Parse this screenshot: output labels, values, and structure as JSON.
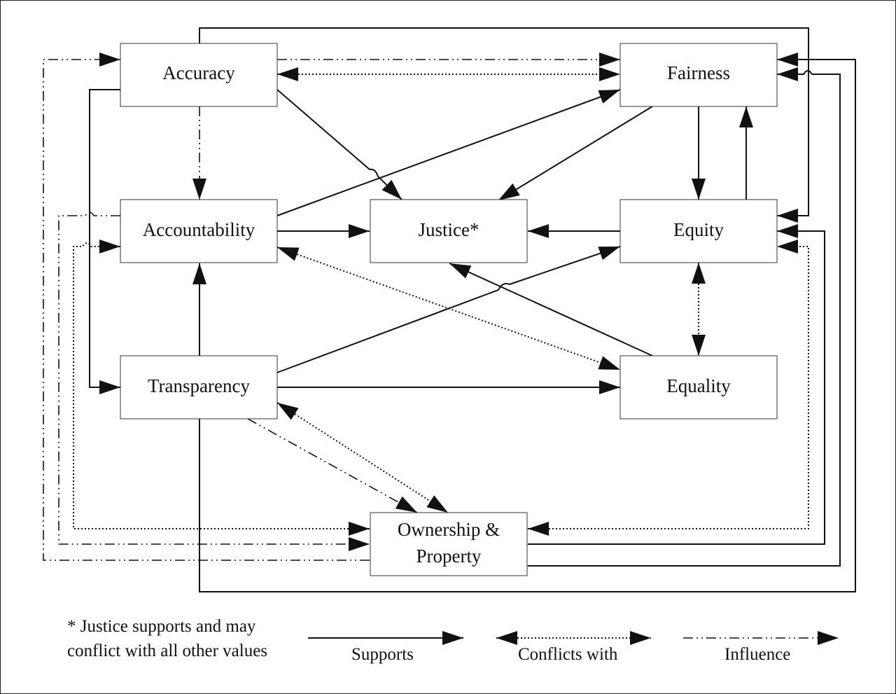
{
  "nodes": {
    "accuracy": "Accuracy",
    "fairness": "Fairness",
    "accountability": "Accountability",
    "justice": "Justice*",
    "equity": "Equity",
    "transparency": "Transparency",
    "equality": "Equality",
    "ownership_line1": "Ownership &",
    "ownership_line2": "Property"
  },
  "relations": [
    {
      "from": "Accuracy",
      "to": "Fairness",
      "type": "Influence"
    },
    {
      "from": "Accuracy",
      "to": "Fairness",
      "type": "Conflicts with"
    },
    {
      "from": "Accuracy",
      "to": "Justice*",
      "type": "Supports"
    },
    {
      "from": "Accuracy",
      "to": "Accountability",
      "type": "Influence"
    },
    {
      "from": "Accuracy",
      "to": "Transparency",
      "type": "Supports"
    },
    {
      "from": "Accuracy",
      "to": "Equity",
      "type": "Supports"
    },
    {
      "from": "Fairness",
      "to": "Justice*",
      "type": "Supports"
    },
    {
      "from": "Fairness",
      "to": "Equity",
      "type": "Supports"
    },
    {
      "from": "Equity",
      "to": "Fairness",
      "type": "Supports"
    },
    {
      "from": "Accountability",
      "to": "Justice*",
      "type": "Supports"
    },
    {
      "from": "Accountability",
      "to": "Fairness",
      "type": "Supports"
    },
    {
      "from": "Accountability",
      "to": "Equality",
      "type": "Conflicts with"
    },
    {
      "from": "Accountability",
      "to": "Ownership & Property",
      "type": "Conflicts with"
    },
    {
      "from": "Equity",
      "to": "Justice*",
      "type": "Supports"
    },
    {
      "from": "Equity",
      "to": "Equality",
      "type": "Conflicts with"
    },
    {
      "from": "Equality",
      "to": "Justice*",
      "type": "Supports"
    },
    {
      "from": "Transparency",
      "to": "Accountability",
      "type": "Supports"
    },
    {
      "from": "Transparency",
      "to": "Equity",
      "type": "Supports"
    },
    {
      "from": "Transparency",
      "to": "Equality",
      "type": "Supports"
    },
    {
      "from": "Transparency",
      "to": "Ownership & Property",
      "type": "Conflicts with"
    },
    {
      "from": "Transparency",
      "to": "Ownership & Property",
      "type": "Influence"
    },
    {
      "from": "Transparency",
      "to": "Fairness",
      "type": "Supports"
    },
    {
      "from": "Ownership & Property",
      "to": "Equity",
      "type": "Conflicts with"
    },
    {
      "from": "Ownership & Property",
      "to": "Equity",
      "type": "Supports"
    },
    {
      "from": "Ownership & Property",
      "to": "Fairness",
      "type": "Supports"
    },
    {
      "from": "Ownership & Property",
      "to": "Accountability",
      "type": "Conflicts with"
    },
    {
      "from": "Ownership & Property",
      "to": "Accuracy",
      "type": "Influence"
    },
    {
      "from": "Accountability",
      "to": "Ownership & Property",
      "type": "Influence"
    }
  ],
  "legend": {
    "note_line1": "* Justice supports and may",
    "note_line2": "conflict with all other values",
    "supports": "Supports",
    "conflicts": "Conflicts with",
    "influence": "Influence"
  }
}
